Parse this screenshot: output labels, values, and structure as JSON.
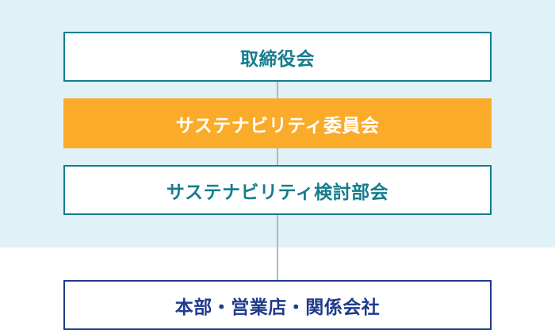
{
  "diagram": {
    "nodes": [
      {
        "id": "board",
        "label": "取締役会"
      },
      {
        "id": "committee",
        "label": "サステナビリティ委員会"
      },
      {
        "id": "subcommittee",
        "label": "サステナビリティ検討部会"
      },
      {
        "id": "operations",
        "label": "本部・営業店・関係会社"
      }
    ],
    "edges": [
      {
        "from": "board",
        "to": "committee"
      },
      {
        "from": "committee",
        "to": "subcommittee"
      },
      {
        "from": "subcommittee",
        "to": "operations"
      }
    ],
    "colors": {
      "panel_background": "#e0f2f8",
      "teal": "#147d8d",
      "accent_orange": "#fbab2a",
      "navy": "#1e3b8c",
      "connector_gray": "#b0b6ba"
    }
  }
}
